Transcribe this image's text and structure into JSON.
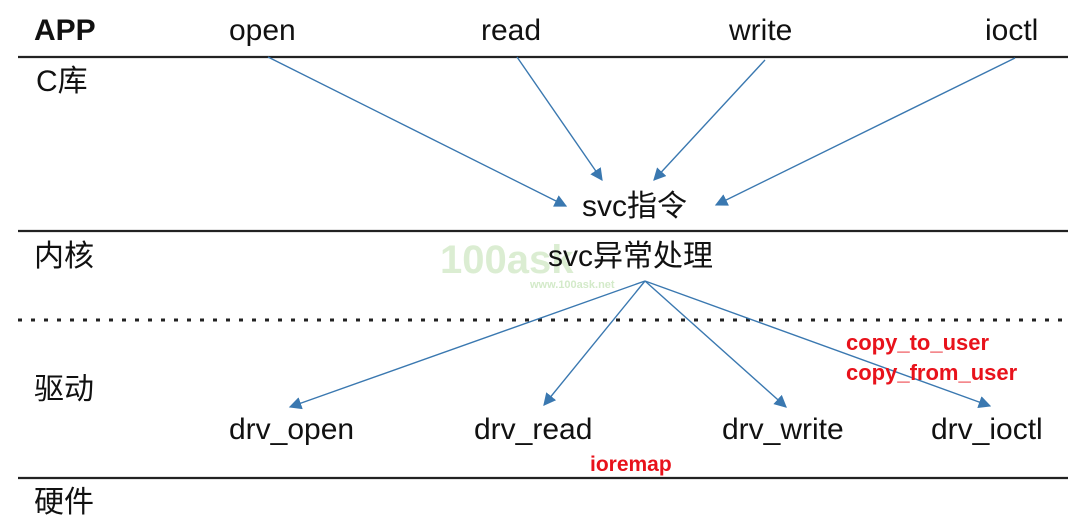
{
  "layers": {
    "app": "APP",
    "clib": "C库",
    "kernel": "内核",
    "driver": "驱动",
    "hardware": "硬件"
  },
  "app_calls": [
    "open",
    "read",
    "write",
    "ioctl"
  ],
  "svc_instruction": "svc指令",
  "svc_handler": "svc异常处理",
  "drivers": [
    "drv_open",
    "drv_read",
    "drv_write",
    "drv_ioctl"
  ],
  "annotations": {
    "copy_to_user": "copy_to_user",
    "copy_from_user": "copy_from_user",
    "ioremap": "ioremap"
  },
  "watermark": {
    "logo": "100ask",
    "url": "www.100ask.net"
  },
  "colors": {
    "arrow": "#3a78b0",
    "annotation": "#e8121b",
    "rule": "#222222"
  }
}
